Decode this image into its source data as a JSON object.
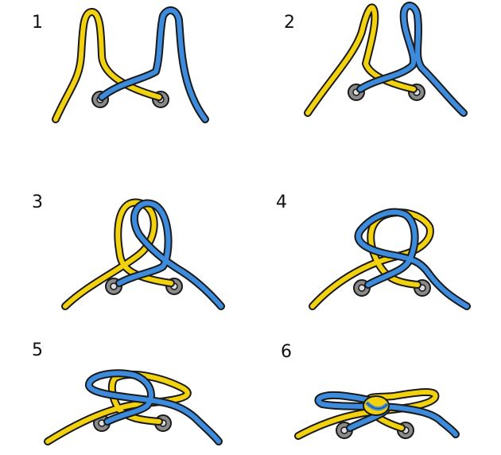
{
  "steps": [
    {
      "number": "1"
    },
    {
      "number": "2"
    },
    {
      "number": "3"
    },
    {
      "number": "4"
    },
    {
      "number": "5"
    },
    {
      "number": "6"
    }
  ],
  "colors": {
    "lace_yellow": "#f2d20f",
    "lace_blue": "#3d8bdc",
    "outline": "#1a1a1a",
    "eyelet": "#8a8a8a",
    "background": "#ffffff"
  },
  "icons": {
    "lace": "shoelace-strand-icon",
    "eyelet": "eyelet-icon"
  }
}
